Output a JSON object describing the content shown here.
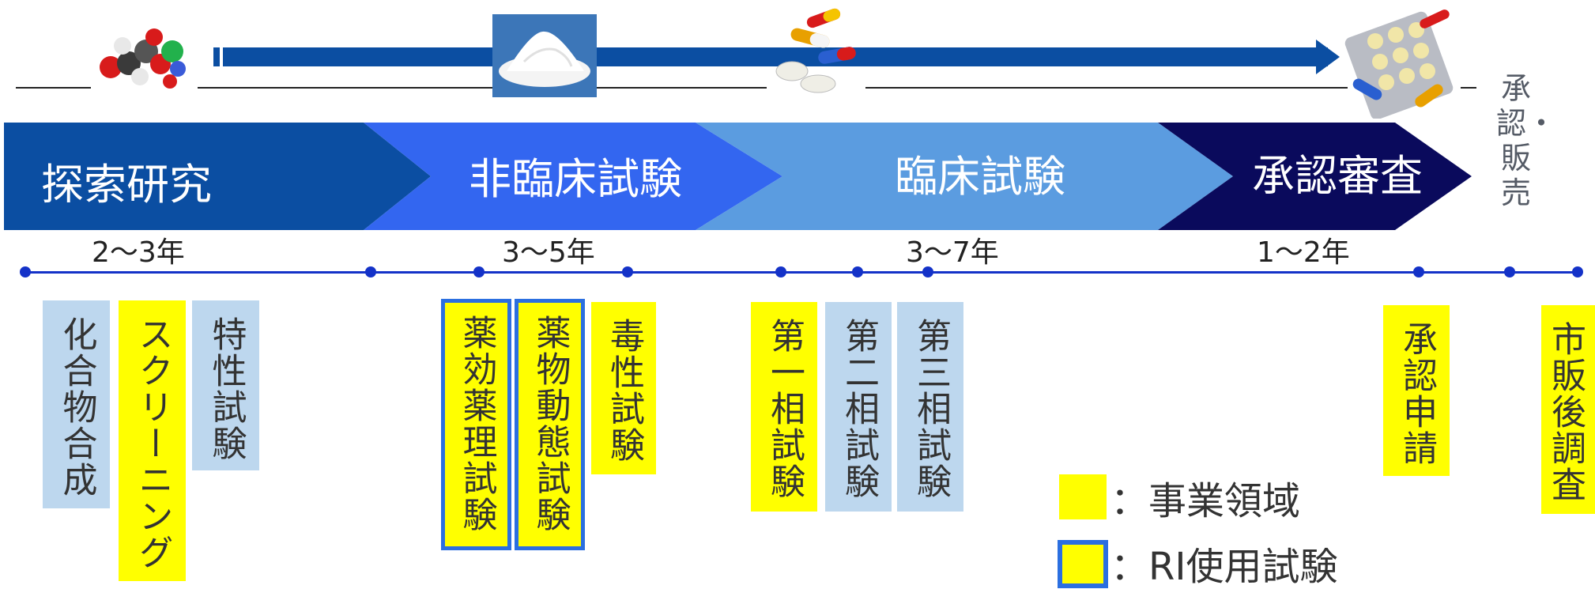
{
  "phases": [
    {
      "label": "探索研究",
      "color": "#0b4ea2"
    },
    {
      "label": "非臨床試験",
      "color": "#3366f0"
    },
    {
      "label": "臨床試験",
      "color": "#5b9ce0"
    },
    {
      "label": "承認審査",
      "color": "#0a0a5c"
    }
  ],
  "side_label": "承認・販売",
  "durations": [
    "2〜3年",
    "3〜5年",
    "3〜7年",
    "1〜2年"
  ],
  "steps": [
    {
      "label": "化合物合成",
      "type": "blue"
    },
    {
      "label": "スクリーニング",
      "type": "yellow"
    },
    {
      "label": "特性試験",
      "type": "blue"
    },
    {
      "label": "薬効薬理試験",
      "type": "yellow-ri"
    },
    {
      "label": "薬物動態試験",
      "type": "yellow-ri"
    },
    {
      "label": "毒性試験",
      "type": "yellow"
    },
    {
      "label": "第一相試験",
      "type": "yellow"
    },
    {
      "label": "第二相試験",
      "type": "blue"
    },
    {
      "label": "第三相試験",
      "type": "blue"
    },
    {
      "label": "承認申請",
      "type": "yellow"
    },
    {
      "label": "市販後調査",
      "type": "yellow"
    }
  ],
  "legend": {
    "business": "：事業領域",
    "ri": "：RI使用試験"
  },
  "colors": {
    "timeline": "#1432c8",
    "yellow": "#ffff00",
    "blue_box": "#bdd7ee",
    "ri_border": "#2b6fe0",
    "top_arrow": "#0b4ea2"
  },
  "icons": [
    "molecule-icon",
    "powder-icon",
    "capsules-icon",
    "blister-pack-icon"
  ]
}
